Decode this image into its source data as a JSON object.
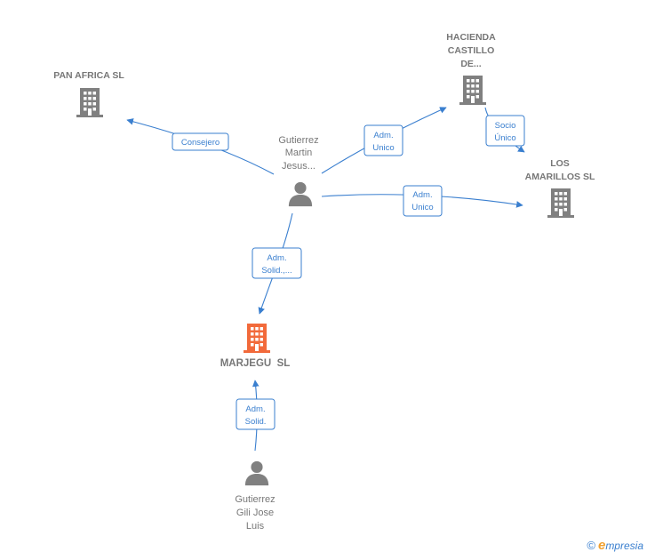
{
  "colors": {
    "edge": "#3a7fcf",
    "node": "#808080",
    "focus": "#f26a3b"
  },
  "nodes": {
    "pan_africa": {
      "label": [
        "PAN AFRICA SL"
      ],
      "icon": "building-icon"
    },
    "hacienda": {
      "label": [
        "HACIENDA",
        "CASTILLO",
        "DE..."
      ],
      "icon": "building-icon"
    },
    "los_amarillos": {
      "label": [
        "LOS",
        "AMARILLOS SL"
      ],
      "icon": "building-icon"
    },
    "gutierrez_martin": {
      "label": [
        "Gutierrez",
        "Martin",
        "Jesus..."
      ],
      "icon": "person-icon"
    },
    "marjegu": {
      "label": [
        "MARJEGU  SL"
      ],
      "icon": "building-icon"
    },
    "gutierrez_gili": {
      "label": [
        "Gutierrez",
        "Gili Jose",
        "Luis"
      ],
      "icon": "person-icon"
    }
  },
  "edges": [
    {
      "id": "consejero",
      "from": "gutierrez_martin",
      "to": "pan_africa",
      "label": [
        "Consejero"
      ]
    },
    {
      "id": "adm_unico_hacienda",
      "from": "gutierrez_martin",
      "to": "hacienda",
      "label": [
        "Adm.",
        "Unico"
      ]
    },
    {
      "id": "adm_unico_amarillos",
      "from": "gutierrez_martin",
      "to": "los_amarillos",
      "label": [
        "Adm.",
        "Unico"
      ]
    },
    {
      "id": "socio_unico",
      "from": "hacienda",
      "to": "los_amarillos",
      "label": [
        "Socio",
        "Único"
      ]
    },
    {
      "id": "adm_solid_martin",
      "from": "gutierrez_martin",
      "to": "marjegu",
      "label": [
        "Adm.",
        "Solid.,..."
      ]
    },
    {
      "id": "adm_solid_gili",
      "from": "gutierrez_gili",
      "to": "marjegu",
      "label": [
        "Adm.",
        "Solid."
      ]
    }
  ],
  "footer": {
    "copyright": "©",
    "brand_e": "e",
    "brand_rest": "mpresia"
  }
}
